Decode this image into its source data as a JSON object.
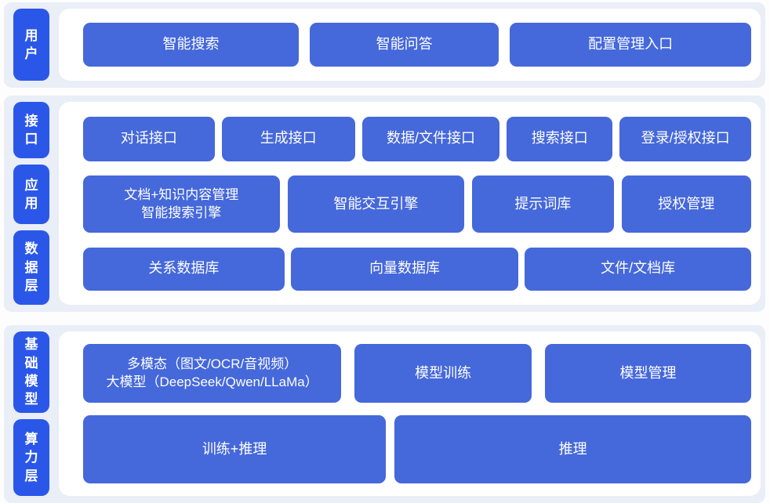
{
  "palette": {
    "layer_label_blue": "#2b57e9",
    "node_blue": "#4568da",
    "band_background": "#e9eef7",
    "panel_background": "#ffffff",
    "page_background": "#fdfdfe",
    "text_color": "#ffffff"
  },
  "sections": [
    {
      "name": "user-layer",
      "layer_labels": [
        "用户"
      ],
      "rows": [
        [
          {
            "label": "智能搜索"
          },
          {
            "label": "智能问答"
          },
          {
            "label": "配置管理入口"
          }
        ]
      ]
    },
    {
      "name": "interface-application-data-layer",
      "layer_labels": [
        "接口",
        "应用",
        "数据层"
      ],
      "rows": [
        [
          {
            "label": "对话接口"
          },
          {
            "label": "生成接口"
          },
          {
            "label": "数据/文件接口"
          },
          {
            "label": "搜索接口"
          },
          {
            "label": "登录/授权接口"
          }
        ],
        [
          {
            "label": "文档+知识内容管理",
            "label2": "智能搜索引擎"
          },
          {
            "label": "智能交互引擎"
          },
          {
            "label": "提示词库"
          },
          {
            "label": "授权管理"
          }
        ],
        [
          {
            "label": "关系数据库"
          },
          {
            "label": "向量数据库"
          },
          {
            "label": "文件/文档库"
          }
        ]
      ]
    },
    {
      "name": "model-compute-layer",
      "layer_labels": [
        "基础模型",
        "算力层"
      ],
      "rows": [
        [
          {
            "label": "多模态（图文/OCR/音视频）",
            "label2": "大模型（DeepSeek/Qwen/LLaMa）"
          },
          {
            "label": "模型训练"
          },
          {
            "label": "模型管理"
          }
        ],
        [
          {
            "label": "训练+推理"
          },
          {
            "label": "推理"
          }
        ]
      ]
    }
  ]
}
